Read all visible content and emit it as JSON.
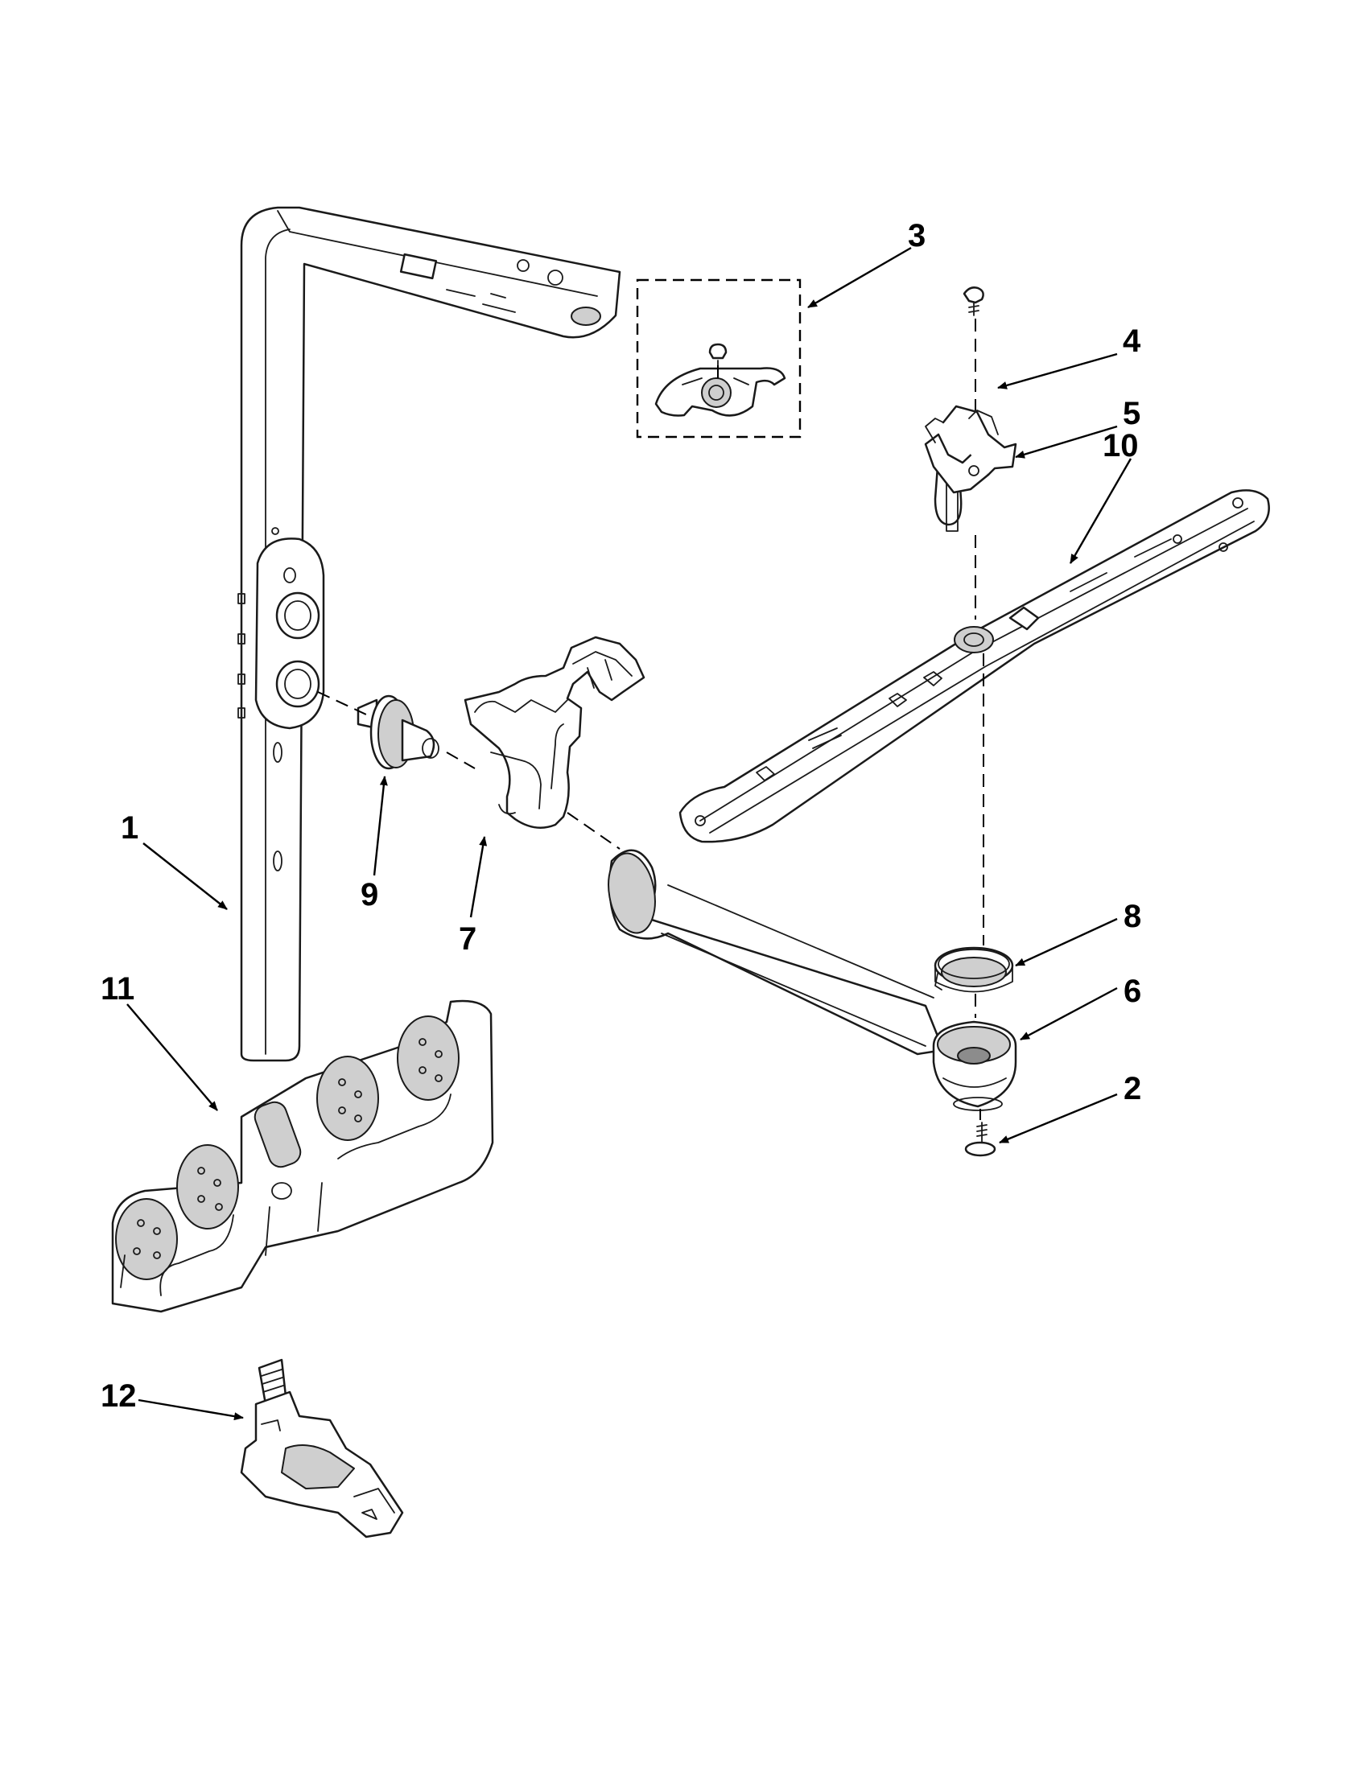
{
  "callouts": [
    "1",
    "2",
    "3",
    "4",
    "5",
    "6",
    "7",
    "8",
    "9",
    "10",
    "11",
    "12"
  ],
  "colors": {
    "line": "#1a1a1a",
    "shade": "#cfcfcf",
    "background": "#ffffff"
  }
}
